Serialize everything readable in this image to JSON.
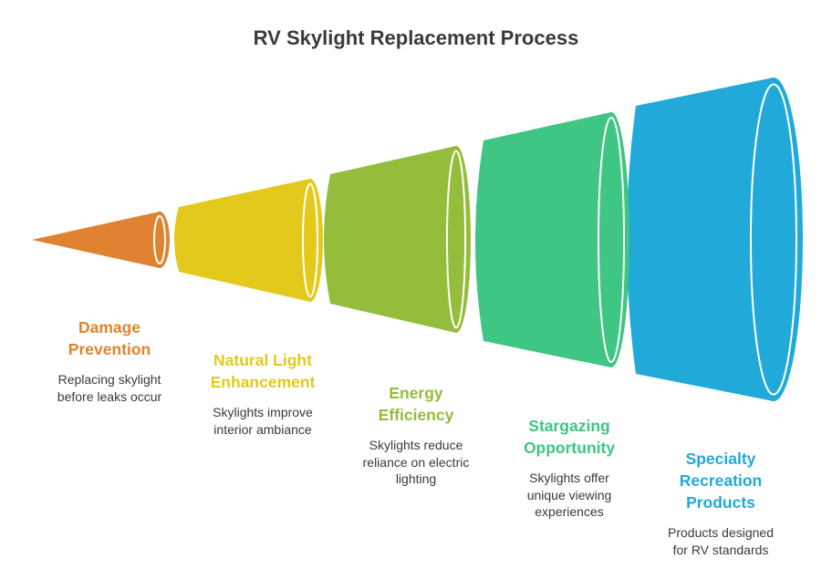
{
  "title": "RV Skylight Replacement Process",
  "stages": [
    {
      "title": "Damage\nPrevention",
      "description": "Replacing skylight\nbefore leaks occur",
      "color": "#E08330"
    },
    {
      "title": "Natural Light\nEnhancement",
      "description": "Skylights improve\ninterior ambiance",
      "color": "#E3C91B"
    },
    {
      "title": "Energy\nEfficiency",
      "description": "Skylights reduce\nreliance on electric\nlighting",
      "color": "#93BD3B"
    },
    {
      "title": "Stargazing\nOpportunity",
      "description": "Skylights offer\nunique viewing\nexperiences",
      "color": "#3FC584"
    },
    {
      "title": "Specialty\nRecreation\nProducts",
      "description": "Products designed\nfor RV standards",
      "color": "#21A9D9"
    }
  ]
}
